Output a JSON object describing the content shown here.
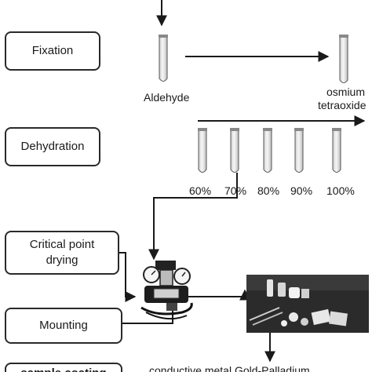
{
  "steps": {
    "fixation": "Fixation",
    "dehydration": "Dehydration",
    "critical_point_line1": "Critical point",
    "critical_point_line2": "drying",
    "mounting": "Mounting",
    "sample_coating": "sample coating"
  },
  "reagents": {
    "aldehyde": "Aldehyde",
    "osmium_line1": "osmium",
    "osmium_line2": "tetraoxide"
  },
  "ethanol_series": [
    "60%",
    "70%",
    "80%",
    "90%",
    "100%"
  ],
  "coating_text": "conductive metal Gold-Palladium",
  "colors": {
    "line": "#1a1a1a",
    "box_border": "#2a2a2a",
    "tube_glass": "#e9e9e9",
    "photo_dark": "#2b2b2b"
  },
  "icons": {
    "test_tube": "test-tube-icon",
    "critical_point_dryer": "critical-point-dryer-icon",
    "mounting_tools_photo": "mounting-tools-photo"
  }
}
